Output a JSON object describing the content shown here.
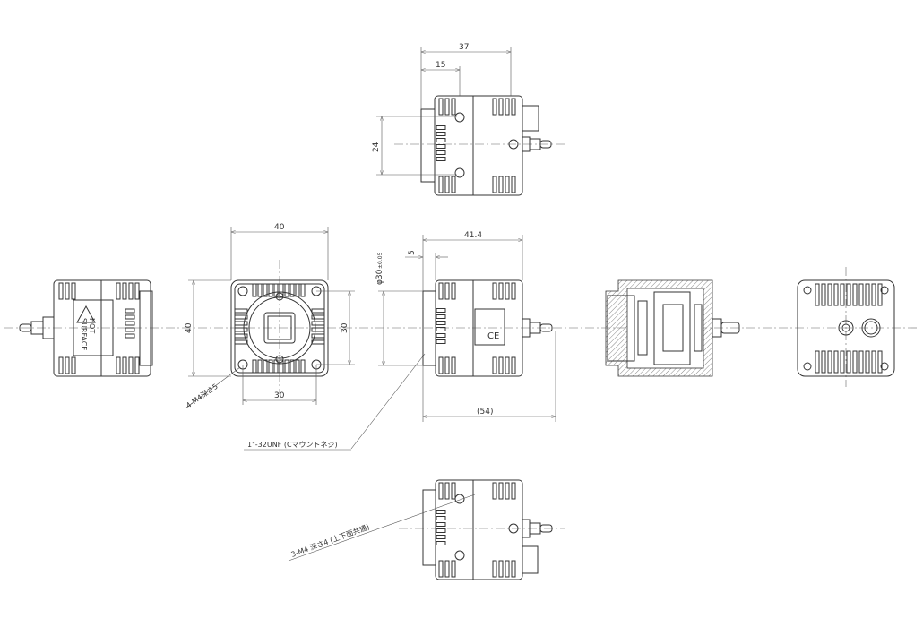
{
  "dimensions": {
    "top_overall": "37",
    "top_lens_offset": "15",
    "top_height": "24",
    "front_width": "40",
    "front_height": "40",
    "front_hole_pitch_v": "30",
    "front_hole_pitch_h": "30",
    "front_holes": "4-M4深さ5",
    "side_lens_dia": "φ30",
    "side_lens_tol": "±0.05",
    "side_flange": "5",
    "side_body_length": "41.4",
    "side_total_length": "(54)",
    "mount_thread": "1\"-32UNF (Cマウントネジ)",
    "bottom_holes": "3-M4 深さ4 (上下面共通)"
  },
  "labels": {
    "warning_line1": "HOT",
    "warning_line2": "SURFACE"
  }
}
